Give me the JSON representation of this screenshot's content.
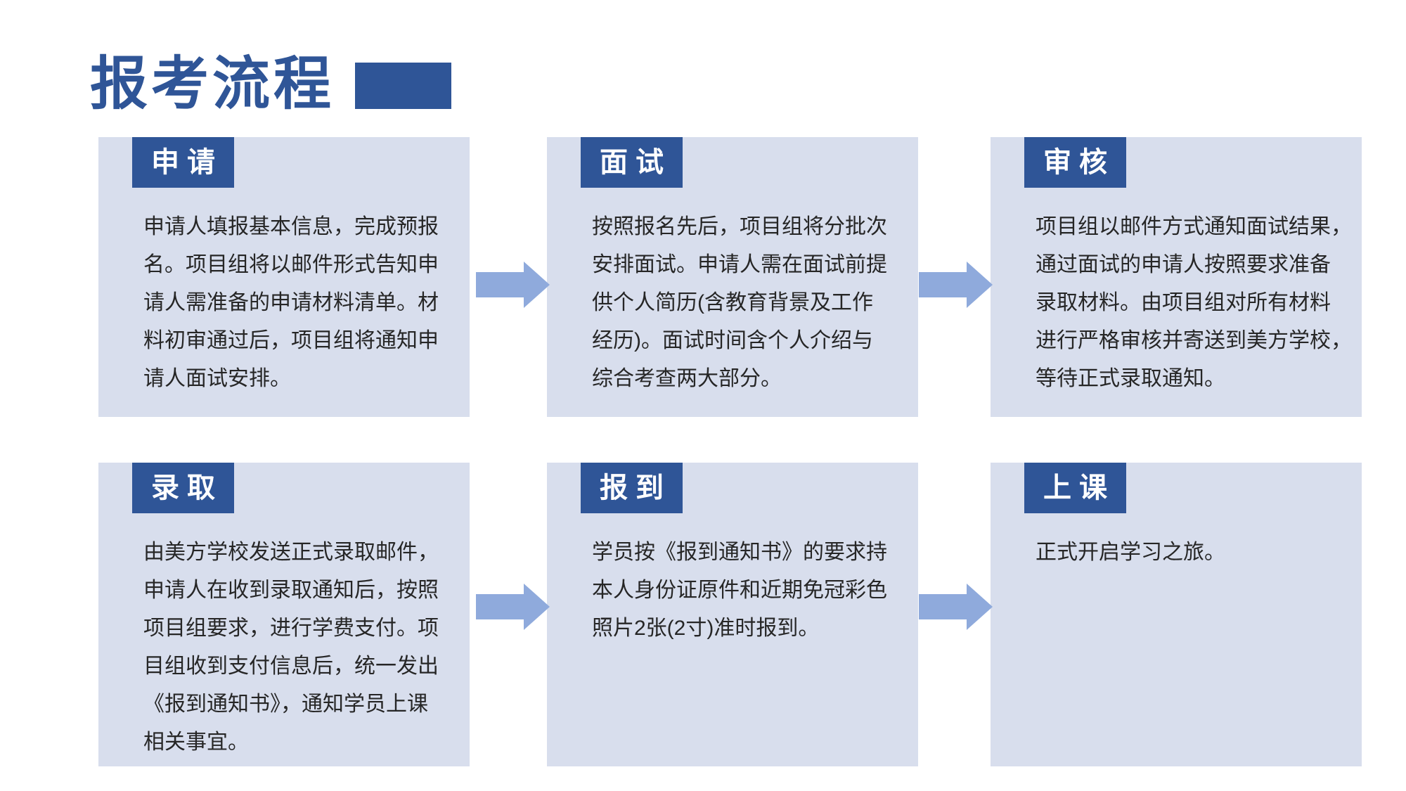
{
  "title": {
    "text": "报考流程"
  },
  "colors": {
    "accent": "#2F5597",
    "arrow": "#8FAADC",
    "card_background": "#D8DEED",
    "body_text": "#262626",
    "badge_text": "#FFFFFF"
  },
  "cards": [
    {
      "badge": "申 请",
      "text": "申请人填报基本信息，完成预报\n名。项目组将以邮件形式告知申\n请人需准备的申请材料清单。材\n料初审通过后，项目组将通知申\n请人面试安排。"
    },
    {
      "badge": "面 试",
      "text": "按照报名先后，项目组将分批次\n安排面试。申请人需在面试前提\n供个人简历(含教育背景及工作\n经历)。面试时间含个人介绍与\n综合考查两大部分。"
    },
    {
      "badge": "审 核",
      "text": "项目组以邮件方式通知面试结果，\n通过面试的申请人按照要求准备\n录取材料。由项目组对所有材料\n进行严格审核并寄送到美方学校，\n等待正式录取通知。"
    },
    {
      "badge": "录 取",
      "text": "由美方学校发送正式录取邮件，\n申请人在收到录取通知后，按照\n项目组要求，进行学费支付。项\n目组收到支付信息后，统一发出\n《报到通知书》，通知学员上课\n相关事宜。"
    },
    {
      "badge": "报 到",
      "text": "学员按《报到通知书》的要求持\n本人身份证原件和近期免冠彩色\n照片2张(2寸)准时报到。"
    },
    {
      "badge": "上 课",
      "text": "正式开启学习之旅。"
    }
  ]
}
